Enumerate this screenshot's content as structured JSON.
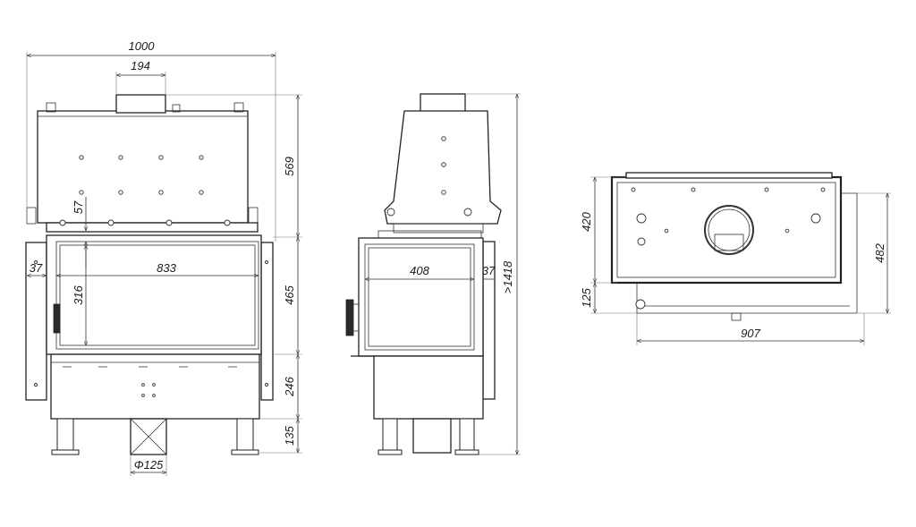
{
  "dimensions": {
    "front": {
      "overall_width": "1000",
      "flue_width": "194",
      "top_height": "569",
      "offset_57": "57",
      "side_37": "37",
      "glass_width": "833",
      "glass_height": "316",
      "door_height": "465",
      "base_height": "246",
      "leg_height": "135",
      "flue_diameter": "Φ125"
    },
    "side": {
      "glass_width": "408",
      "side_37": "37",
      "overall_height": ">1418"
    },
    "plan": {
      "depth_420": "420",
      "depth_125": "125",
      "depth_482": "482",
      "width_907": "907"
    }
  }
}
